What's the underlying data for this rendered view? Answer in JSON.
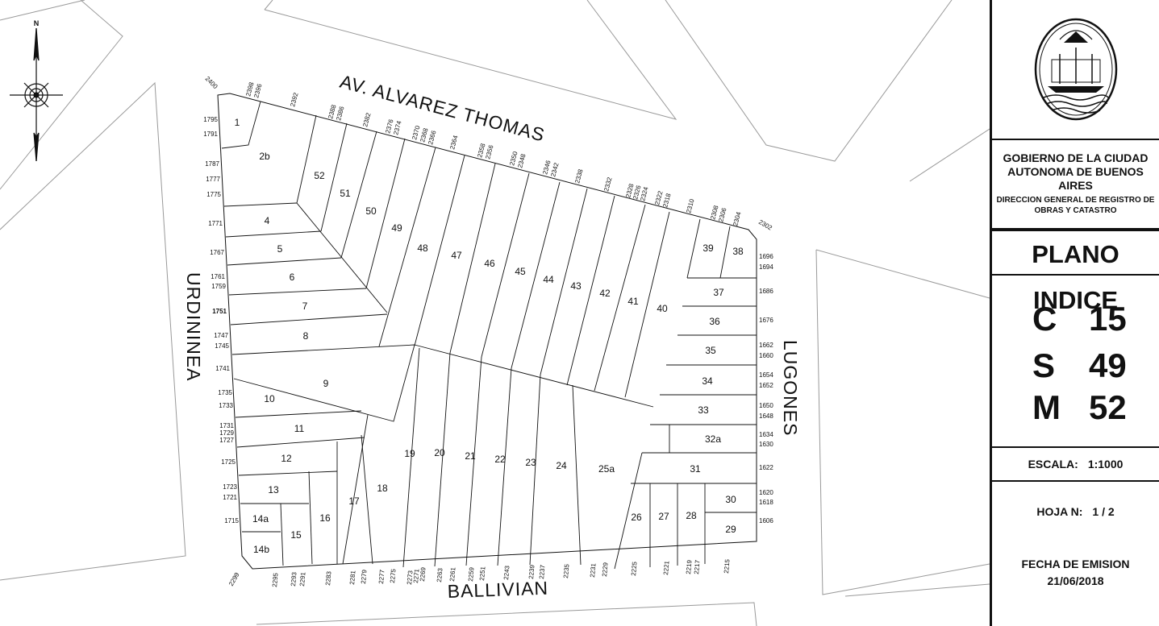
{
  "map": {
    "north_label": "N",
    "streets": {
      "top": "AV. ALVAREZ THOMAS",
      "left": "URDININEA",
      "right": "LUGONES",
      "bottom": "BALLIVIAN"
    },
    "lots": [
      "1",
      "2b",
      "52",
      "51",
      "50",
      "49",
      "48",
      "47",
      "46",
      "45",
      "44",
      "43",
      "42",
      "41",
      "40",
      "39",
      "38",
      "37",
      "36",
      "35",
      "34",
      "33",
      "32a",
      "31",
      "30",
      "29",
      "28",
      "27",
      "26",
      "25a",
      "24",
      "23",
      "22",
      "21",
      "20",
      "19",
      "18",
      "17",
      "16",
      "15",
      "14a",
      "14b",
      "13",
      "12",
      "11",
      "10",
      "9",
      "8",
      "7",
      "6",
      "5",
      "4"
    ],
    "door_numbers": {
      "corners": [
        "2400",
        "2302",
        "2299"
      ],
      "top": [
        "2398",
        "2396",
        "2392",
        "2388",
        "2386",
        "2382",
        "2376",
        "2374",
        "2370",
        "2368",
        "2366",
        "2364",
        "2358",
        "2356",
        "2350",
        "2348",
        "2346",
        "2342",
        "2338",
        "2332",
        "2328",
        "2326",
        "2324",
        "2322",
        "2318",
        "2310",
        "2308",
        "2306",
        "2304"
      ],
      "left": [
        "1795",
        "1791",
        "1787",
        "1777",
        "1775",
        "1771",
        "1767",
        "1761",
        "1759",
        "1751",
        "1747",
        "1745",
        "1741",
        "1735",
        "1733",
        "1731",
        "1729",
        "1727",
        "1725",
        "1723",
        "1721",
        "1715"
      ],
      "right": [
        "1696",
        "1694",
        "1686",
        "1676",
        "1662",
        "1660",
        "1654",
        "1652",
        "1650",
        "1648",
        "1634",
        "1630",
        "1622",
        "1620",
        "1618",
        "1606"
      ],
      "bottom": [
        "2295",
        "2293",
        "2291",
        "2283",
        "2281",
        "2279",
        "2277",
        "2275",
        "2273",
        "2271",
        "2269",
        "2263",
        "2261",
        "2259",
        "2251",
        "2243",
        "2239",
        "2237",
        "2235",
        "2231",
        "2229",
        "2225",
        "2221",
        "2219",
        "2217",
        "2215"
      ]
    }
  },
  "panel": {
    "gov_line1": "GOBIERNO DE LA CIUDAD",
    "gov_line2": "AUTONOMA DE BUENOS AIRES",
    "dept_line1": "DIRECCION GENERAL DE REGISTRO DE",
    "dept_line2": "OBRAS Y CATASTRO",
    "title": "PLANO INDICE",
    "c_label": "C",
    "c_value": "15",
    "s_label": "S",
    "s_value": "49",
    "m_label": "M",
    "m_value": "52",
    "scale_label": "ESCALA:",
    "scale_value": "1:1000",
    "sheet_label": "HOJA N:",
    "sheet_value": "1 / 2",
    "date_label": "FECHA DE EMISION",
    "date_value": "21/06/2018"
  }
}
